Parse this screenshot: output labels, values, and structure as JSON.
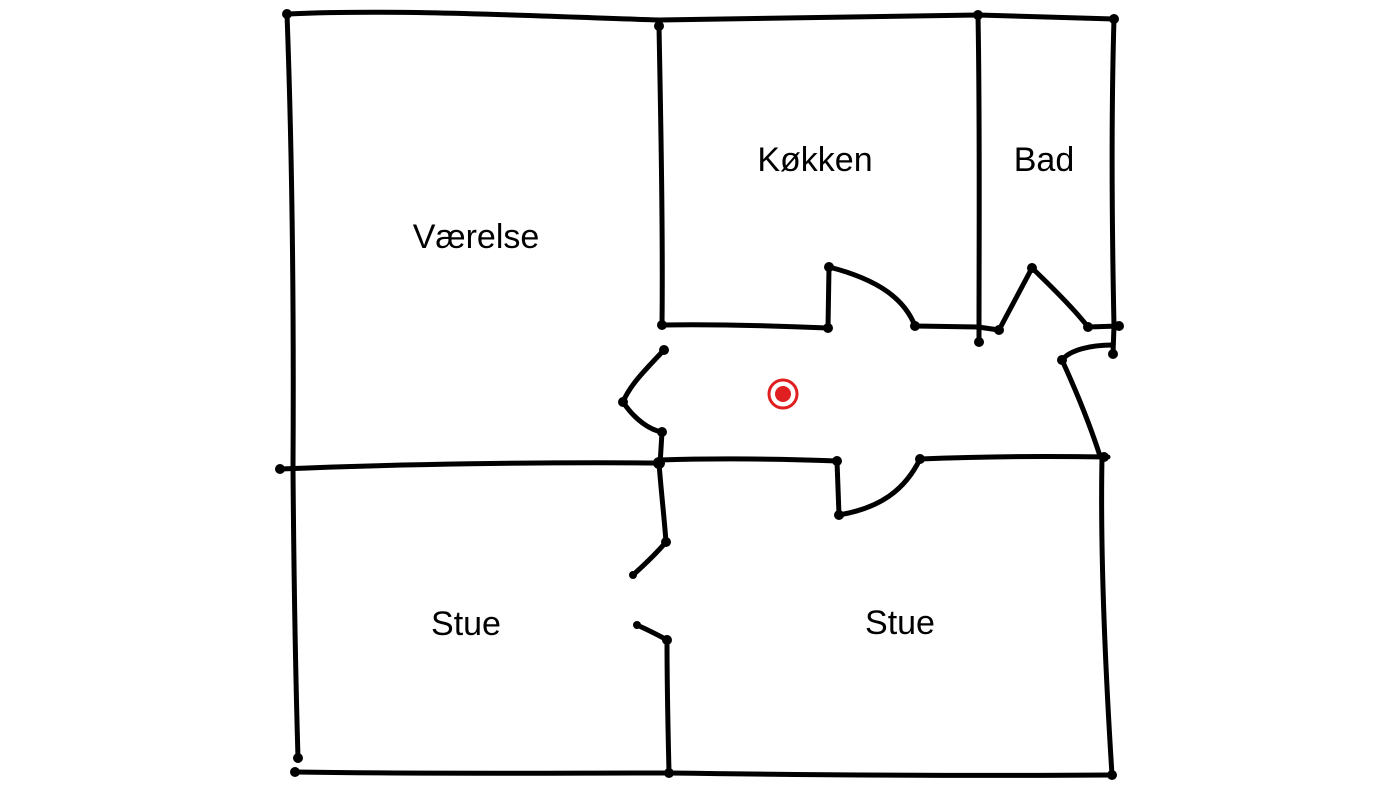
{
  "rooms": {
    "vaerelse": "Værelse",
    "kokken": "Køkken",
    "bad": "Bad",
    "stue_left": "Stue",
    "stue_right": "Stue"
  },
  "colors": {
    "wall": "#000000",
    "location_marker": "#e02020",
    "background": "#ffffff"
  },
  "icons": {
    "location_marker": "location-marker-icon"
  }
}
